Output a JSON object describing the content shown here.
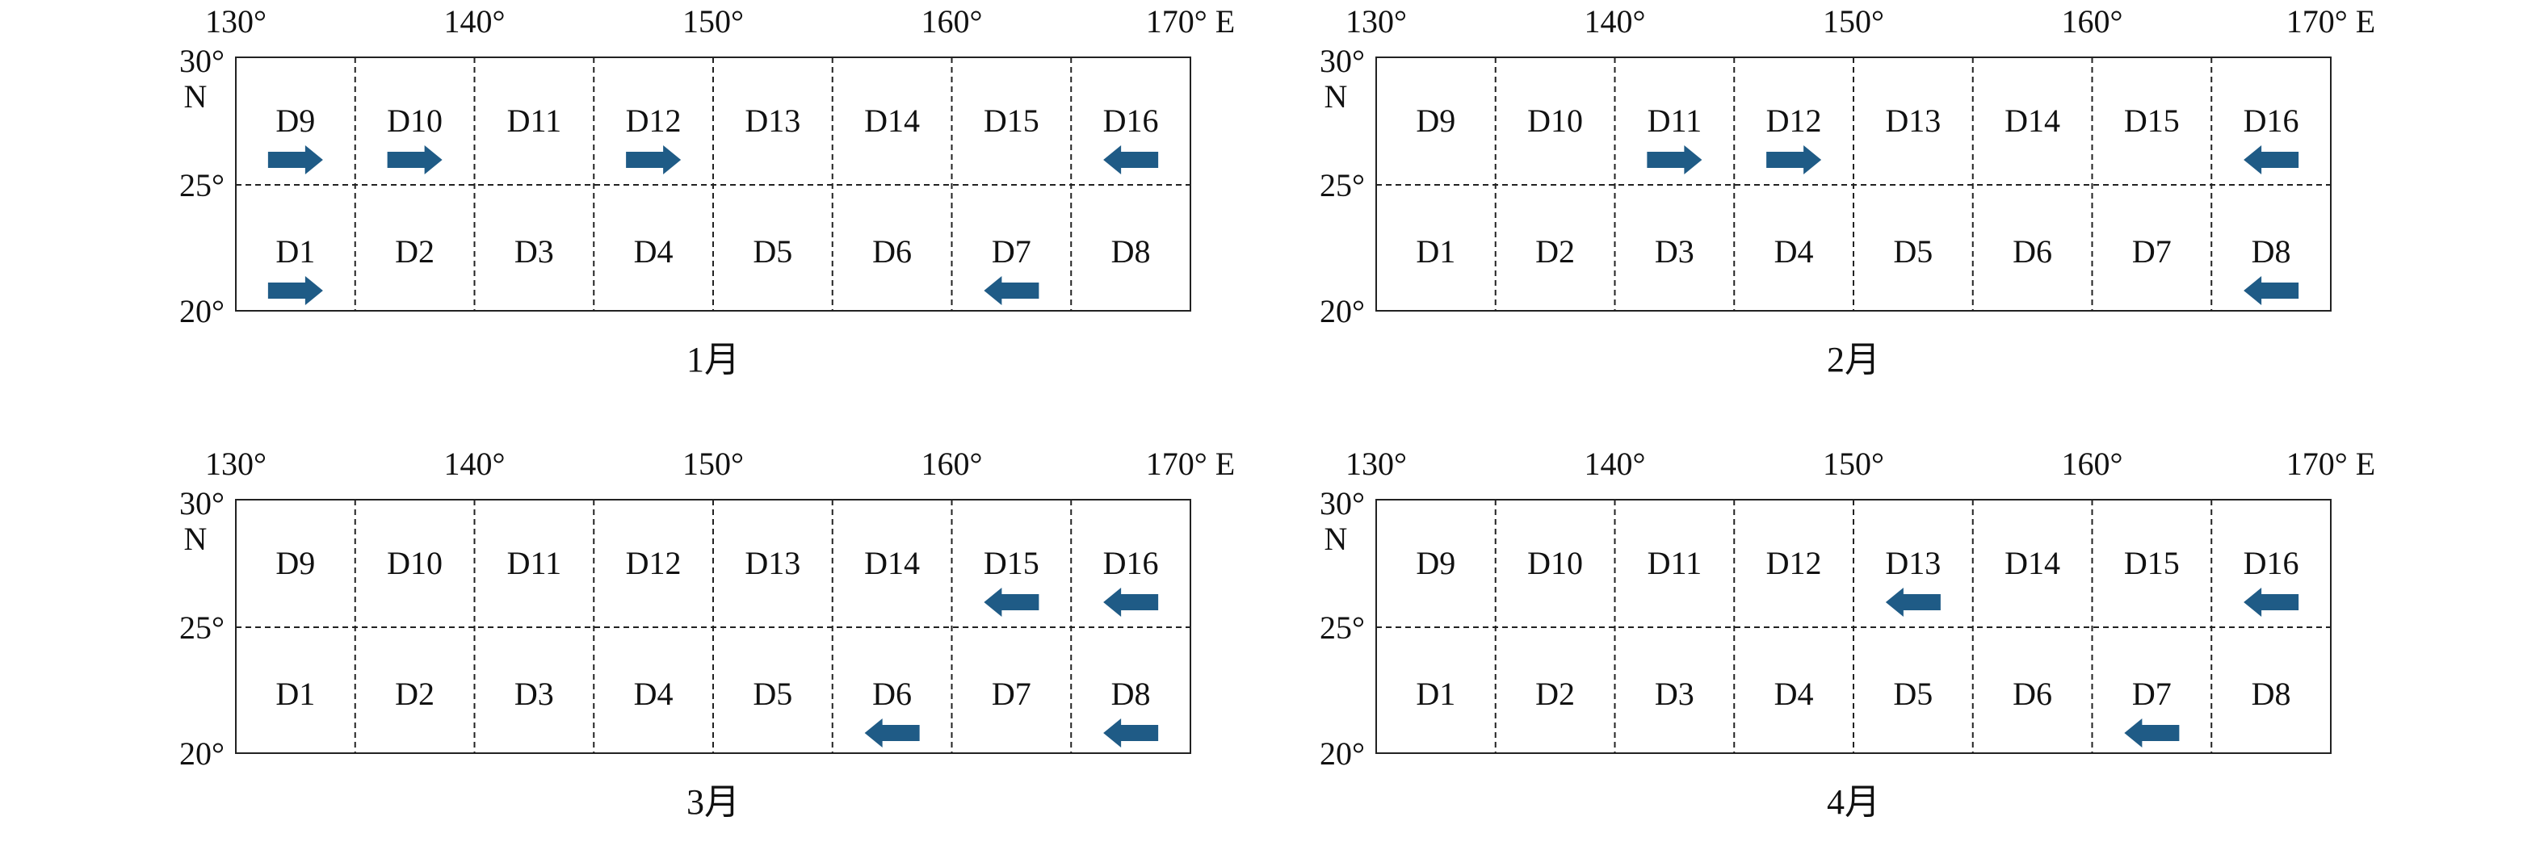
{
  "lon_labels": [
    "130°",
    "140°",
    "150°",
    "160°",
    "170° E"
  ],
  "lat_labels": {
    "top": "30°",
    "n": "N",
    "mid": "25°",
    "bottom": "20°"
  },
  "cells_top": [
    "D9",
    "D10",
    "D11",
    "D12",
    "D13",
    "D14",
    "D15",
    "D16"
  ],
  "cells_bottom": [
    "D1",
    "D2",
    "D3",
    "D4",
    "D5",
    "D6",
    "D7",
    "D8"
  ],
  "arrow_color": "#1f5b86",
  "panels": [
    {
      "month": "1月",
      "arrows": [
        {
          "region": "D9",
          "dir": "east"
        },
        {
          "region": "D10",
          "dir": "east"
        },
        {
          "region": "D12",
          "dir": "east"
        },
        {
          "region": "D16",
          "dir": "west"
        },
        {
          "region": "D1",
          "dir": "east"
        },
        {
          "region": "D7",
          "dir": "west"
        }
      ]
    },
    {
      "month": "2月",
      "arrows": [
        {
          "region": "D11",
          "dir": "east"
        },
        {
          "region": "D12",
          "dir": "east"
        },
        {
          "region": "D16",
          "dir": "west"
        },
        {
          "region": "D8",
          "dir": "west"
        }
      ]
    },
    {
      "month": "3月",
      "arrows": [
        {
          "region": "D15",
          "dir": "west"
        },
        {
          "region": "D16",
          "dir": "west"
        },
        {
          "region": "D6",
          "dir": "west"
        },
        {
          "region": "D8",
          "dir": "west"
        }
      ]
    },
    {
      "month": "4月",
      "arrows": [
        {
          "region": "D13",
          "dir": "west"
        },
        {
          "region": "D16",
          "dir": "west"
        },
        {
          "region": "D7",
          "dir": "west"
        }
      ]
    }
  ]
}
